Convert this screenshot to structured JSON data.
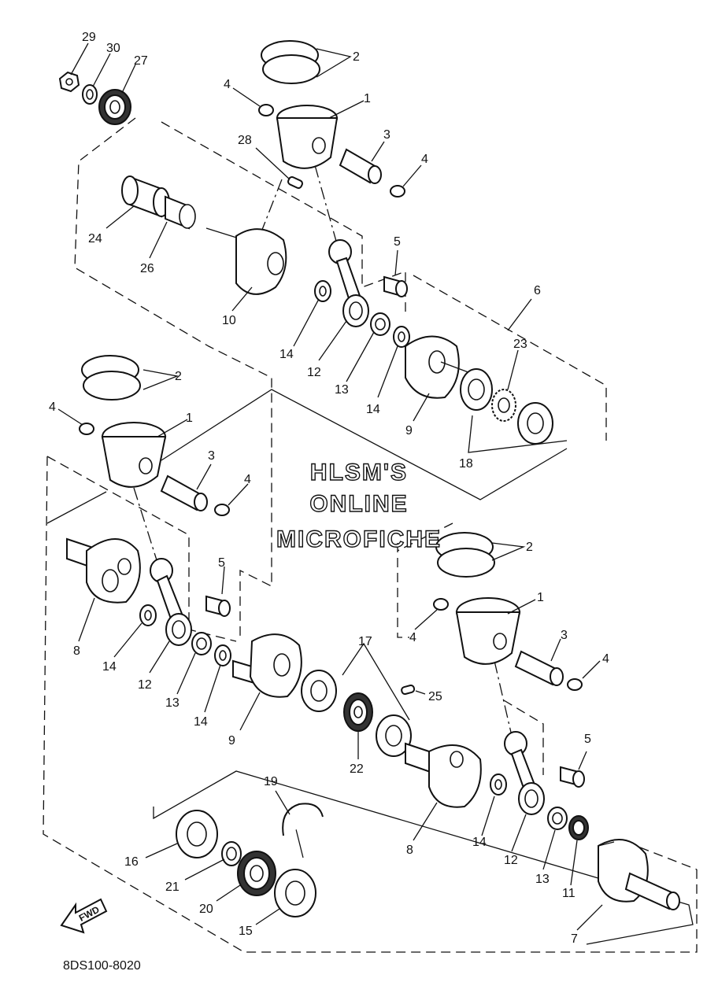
{
  "watermark": {
    "line1": "HLSM'S",
    "line2": "ONLINE",
    "line3": "MICROFICHE"
  },
  "fwd_label": "FWD",
  "reference_code": "8DS100-8020",
  "callouts": {
    "c29": "29",
    "c30": "30",
    "c27": "27",
    "c2a": "2",
    "c2b": "2",
    "c2c": "2",
    "c1a": "1",
    "c1b": "1",
    "c1c": "1",
    "c3a": "3",
    "c3b": "3",
    "c3c": "3",
    "c4a": "4",
    "c4b": "4",
    "c4c": "4",
    "c4d": "4",
    "c4e": "4",
    "c4f": "4",
    "c28": "28",
    "c24": "24",
    "c26": "26",
    "c5a": "5",
    "c5b": "5",
    "c5c": "5",
    "c6": "6",
    "c10": "10",
    "c14a": "14",
    "c14b": "14",
    "c14c": "14",
    "c14d": "14",
    "c14e": "14",
    "c12a": "12",
    "c12b": "12",
    "c12c": "12",
    "c13a": "13",
    "c13b": "13",
    "c13c": "13",
    "c9a": "9",
    "c9b": "9",
    "c23": "23",
    "c18": "18",
    "c8a": "8",
    "c8b": "8",
    "c17": "17",
    "c25": "25",
    "c22": "22",
    "c19": "19",
    "c16": "16",
    "c21": "21",
    "c20": "20",
    "c15": "15",
    "c11": "11",
    "c7": "7"
  }
}
